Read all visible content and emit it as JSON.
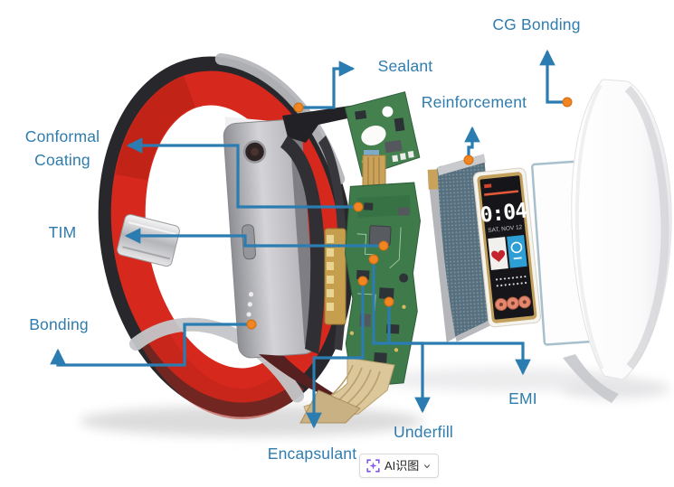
{
  "diagram": {
    "title_hint": "exploded view of a smart wristband showing adhesive and material application points",
    "labels": [
      {
        "id": "cg-bonding",
        "text": "CG Bonding"
      },
      {
        "id": "sealant",
        "text": "Sealant"
      },
      {
        "id": "reinforcement",
        "text": "Reinforcement"
      },
      {
        "id": "conformal-coating",
        "text": "Conformal Coating"
      },
      {
        "id": "tim",
        "text": "TIM"
      },
      {
        "id": "bonding",
        "text": "Bonding"
      },
      {
        "id": "emi",
        "text": "EMI"
      },
      {
        "id": "underfill",
        "text": "Underfill"
      },
      {
        "id": "encapsulant",
        "text": "Encapsulant"
      }
    ],
    "colors": {
      "annotation_line": "#2b7cb0",
      "annotation_dot": "#f08522",
      "label_text": "#2f7cae",
      "band_red": "#d7281d",
      "tile_blue": "#2d9fd4"
    }
  },
  "device": {
    "screen": {
      "time": "0:04",
      "date": "SAT, NOV 12"
    }
  },
  "ai_button": {
    "label": "AI识图",
    "icon": "scan-sparkle-icon",
    "chevron": "chevron-down-icon"
  }
}
